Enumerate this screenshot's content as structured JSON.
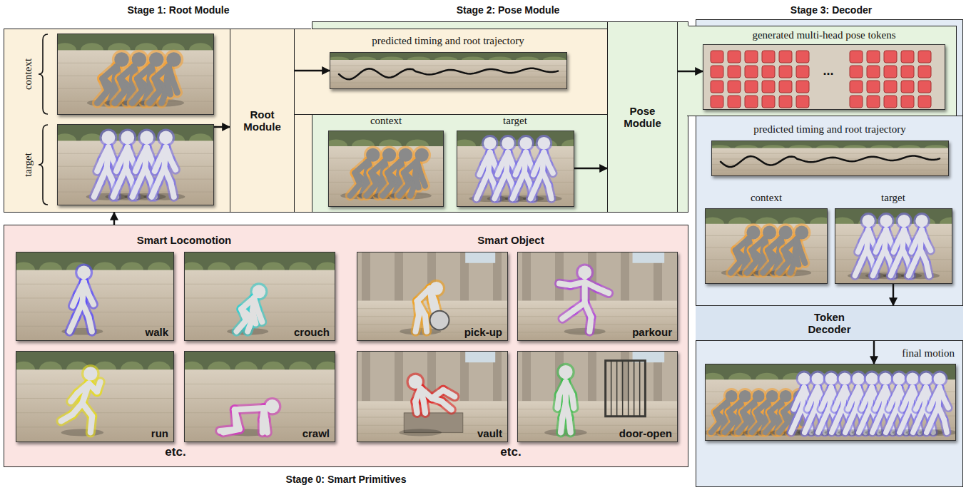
{
  "diagram": {
    "nodes": [
      {
        "text": [
          "Stage 1: Root Module"
        ]
      },
      {
        "text": [
          "context"
        ],
        "in": 0
      },
      {
        "text": [
          "target"
        ],
        "in": 0
      },
      {
        "text": [
          "Root Module"
        ],
        "in": 0
      },
      {
        "text": [
          "Stage 2: Pose Module"
        ]
      },
      {
        "text": [
          "predicted timing and root trajectory"
        ],
        "in": 4
      },
      {
        "text": [
          "context"
        ],
        "in": 4
      },
      {
        "text": [
          "target"
        ],
        "in": 4
      },
      {
        "text": [
          "Pose Module"
        ],
        "in": 4
      },
      {
        "text": [
          "Stage 3: Decoder"
        ]
      },
      {
        "text": [
          "generated multi-head pose tokens"
        ],
        "in": 9
      },
      {
        "text": [
          "predicted timing and root trajectory"
        ],
        "in": 9
      },
      {
        "text": [
          "context"
        ],
        "in": 9
      },
      {
        "text": [
          "target"
        ],
        "in": 9
      },
      {
        "text": [
          "Token Decoder"
        ],
        "in": 9
      },
      {
        "text": [
          "final motion"
        ],
        "in": 9
      },
      {
        "text": [
          "Stage 0: Smart Primitives"
        ]
      },
      {
        "text": [
          "walk"
        ],
        "in": 16
      },
      {
        "text": [
          "crouch"
        ],
        "in": 16
      },
      {
        "text": [
          "pick-up"
        ],
        "in": 16
      },
      {
        "text": [
          "parkour"
        ],
        "in": 16
      },
      {
        "text": [
          "run"
        ],
        "in": 16
      },
      {
        "text": [
          "crawl"
        ],
        "in": 16
      },
      {
        "text": [
          "vault"
        ],
        "in": 16
      },
      {
        "text": [
          "door-open"
        ],
        "in": 16
      }
    ],
    "edges": [
      {
        "from": 2,
        "to": 3,
        "arrow": "to"
      },
      {
        "from": 3,
        "to": 5,
        "arrow": "to"
      },
      {
        "from": 7,
        "to": 8,
        "arrow": "to"
      },
      {
        "from": 8,
        "to": 10,
        "arrow": "to"
      },
      {
        "from": 13,
        "to": 14,
        "arrow": "to"
      },
      {
        "from": 14,
        "to": 15,
        "arrow": "to"
      },
      {
        "from": 16,
        "to": 0,
        "arrow": "to"
      }
    ],
    "labels": [
      "Smart Locomotion",
      "Smart Object",
      "etc.",
      "etc.",
      "..."
    ]
  }
}
